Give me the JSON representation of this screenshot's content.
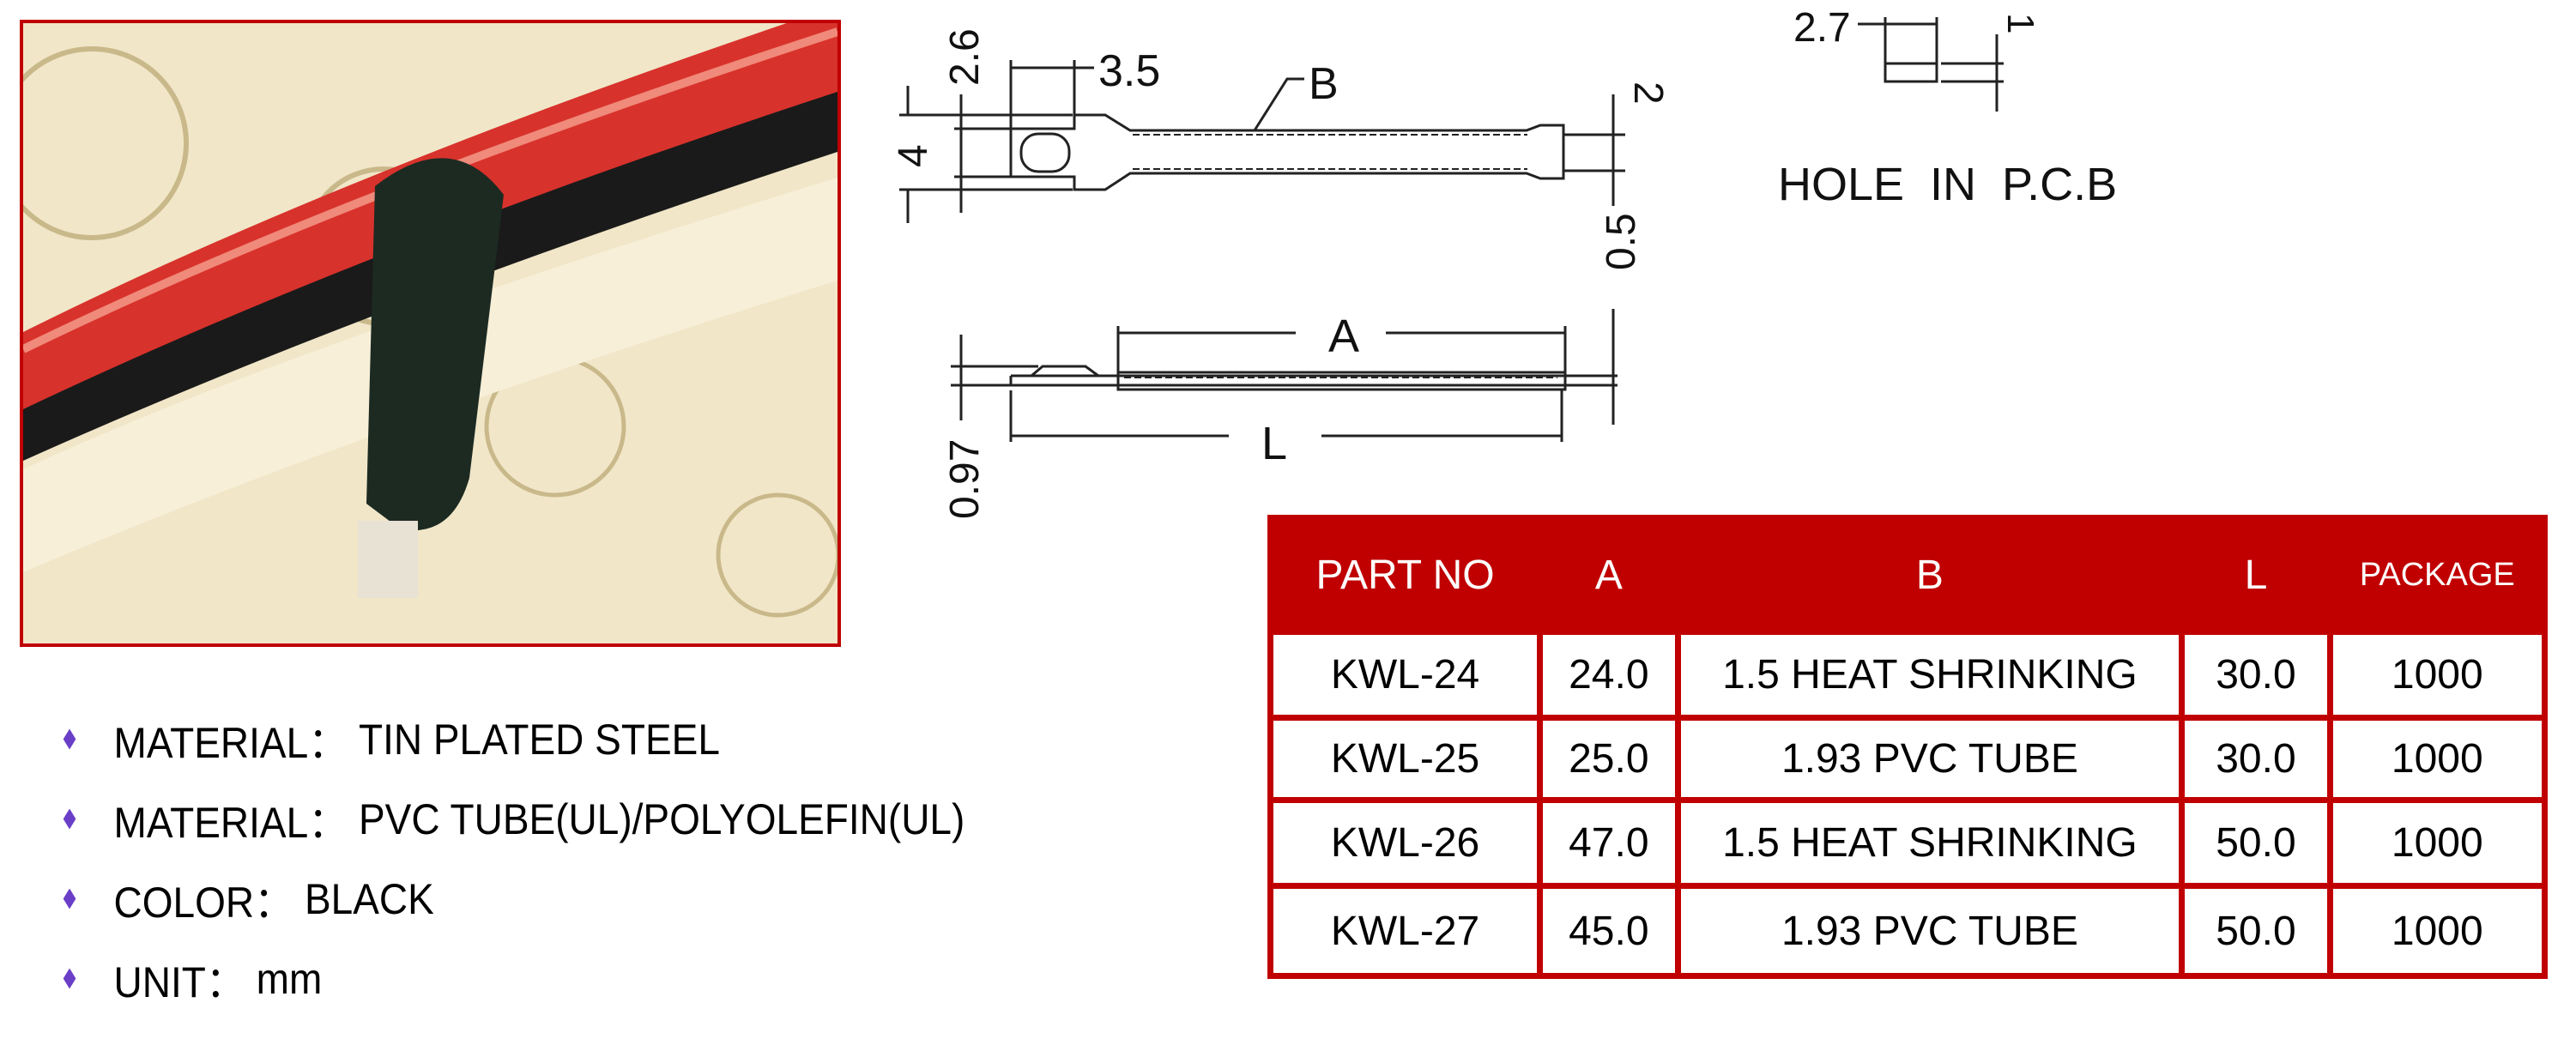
{
  "drawing": {
    "dim_2_6": "2.6",
    "dim_3_5": "3.5",
    "dim_4": "4",
    "label_b": "B",
    "dim_2": "2",
    "dim_0_5": "0.5",
    "label_a": "A",
    "label_l": "L",
    "dim_0_97": "0.97",
    "hole_dim_2_7": "2.7",
    "hole_dim_1": "1",
    "hole_caption": "HOLE  IN  P.C.B"
  },
  "specs": [
    {
      "label": "MATERIAL：",
      "value": "TIN PLATED STEEL"
    },
    {
      "label": "MATERIAL：",
      "value": "PVC TUBE(UL)/POLYOLEFIN(UL)"
    },
    {
      "label": "COLOR：",
      "value": "BLACK"
    },
    {
      "label": "UNIT：",
      "value": "mm"
    }
  ],
  "table": {
    "headers": [
      "PART NO",
      "A",
      "B",
      "L",
      "PACKAGE"
    ],
    "rows": [
      [
        "KWL-24",
        "24.0",
        "1.5 HEAT SHRINKING",
        "30.0",
        "1000"
      ],
      [
        "KWL-25",
        "25.0",
        "1.93 PVC TUBE",
        "30.0",
        "1000"
      ],
      [
        "KWL-26",
        "47.0",
        "1.5 HEAT SHRINKING",
        "50.0",
        "1000"
      ],
      [
        "KWL-27",
        "45.0",
        "1.93 PVC TUBE",
        "50.0",
        "1000"
      ]
    ]
  },
  "colors": {
    "accent": "#c00000",
    "bullet": "#6a3fc8"
  }
}
